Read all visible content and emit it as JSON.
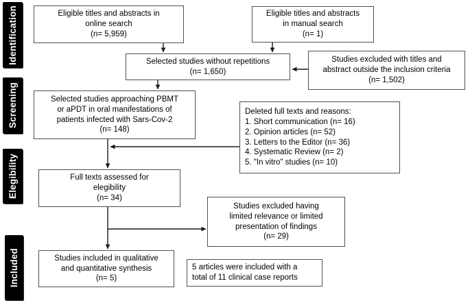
{
  "sidebar": {
    "labels": [
      {
        "id": "identification",
        "text": "Identification"
      },
      {
        "id": "screening",
        "text": "Screening"
      },
      {
        "id": "elegibility",
        "text": "Elegibility"
      },
      {
        "id": "included",
        "text": "Included"
      }
    ]
  },
  "boxes": {
    "online_search": {
      "text": "Eligible titles and abstracts in\nonline search\n(n= 5,959)"
    },
    "manual_search": {
      "text": "Eligible titles and abstracts\nin manual search\n(n= 1)"
    },
    "no_repetitions": {
      "text": "Selected studies without repetitions\n(n= 1,650)"
    },
    "excluded_titles": {
      "text": "Studies excluded with titles and\nabstract outside the inclusion criteria\n(n= 1,502)"
    },
    "approaching_pbmt": {
      "text": "Selected studies approaching PBMT\nor aPDT in oral manifestations of\npatients infected with Sars-Cov-2\n(n= 148)"
    },
    "deleted_full_texts": {
      "text": "Deleted full texts and reasons:\n1. Short communication (n= 16)\n2. Opinion articles (n= 52)\n3. Letters to the Editor (n= 36)\n4. Systematic Review (n= 2)\n5. \"In vitro\" studies (n= 10)"
    },
    "full_texts_assessed": {
      "text": "Full texts assessed for\nelegibility\n(n= 34)"
    },
    "excluded_limited": {
      "text": "Studies excluded having\nlimited relevance or limited\npresentation of findings\n(n= 29)"
    },
    "included_synthesis": {
      "text": "Studies included in qualitative\nand quantitative synthesis\n(n= 5)"
    },
    "articles_note": {
      "text": "5 articles were included with a\ntotal of 11 clinical case reports"
    }
  },
  "colors": {
    "label_bg": "#000000",
    "label_text": "#ffffff",
    "box_border": "#4f4f4f",
    "box_text": "#000000",
    "arrow": "#1a1a1a",
    "background": "#ffffff"
  }
}
